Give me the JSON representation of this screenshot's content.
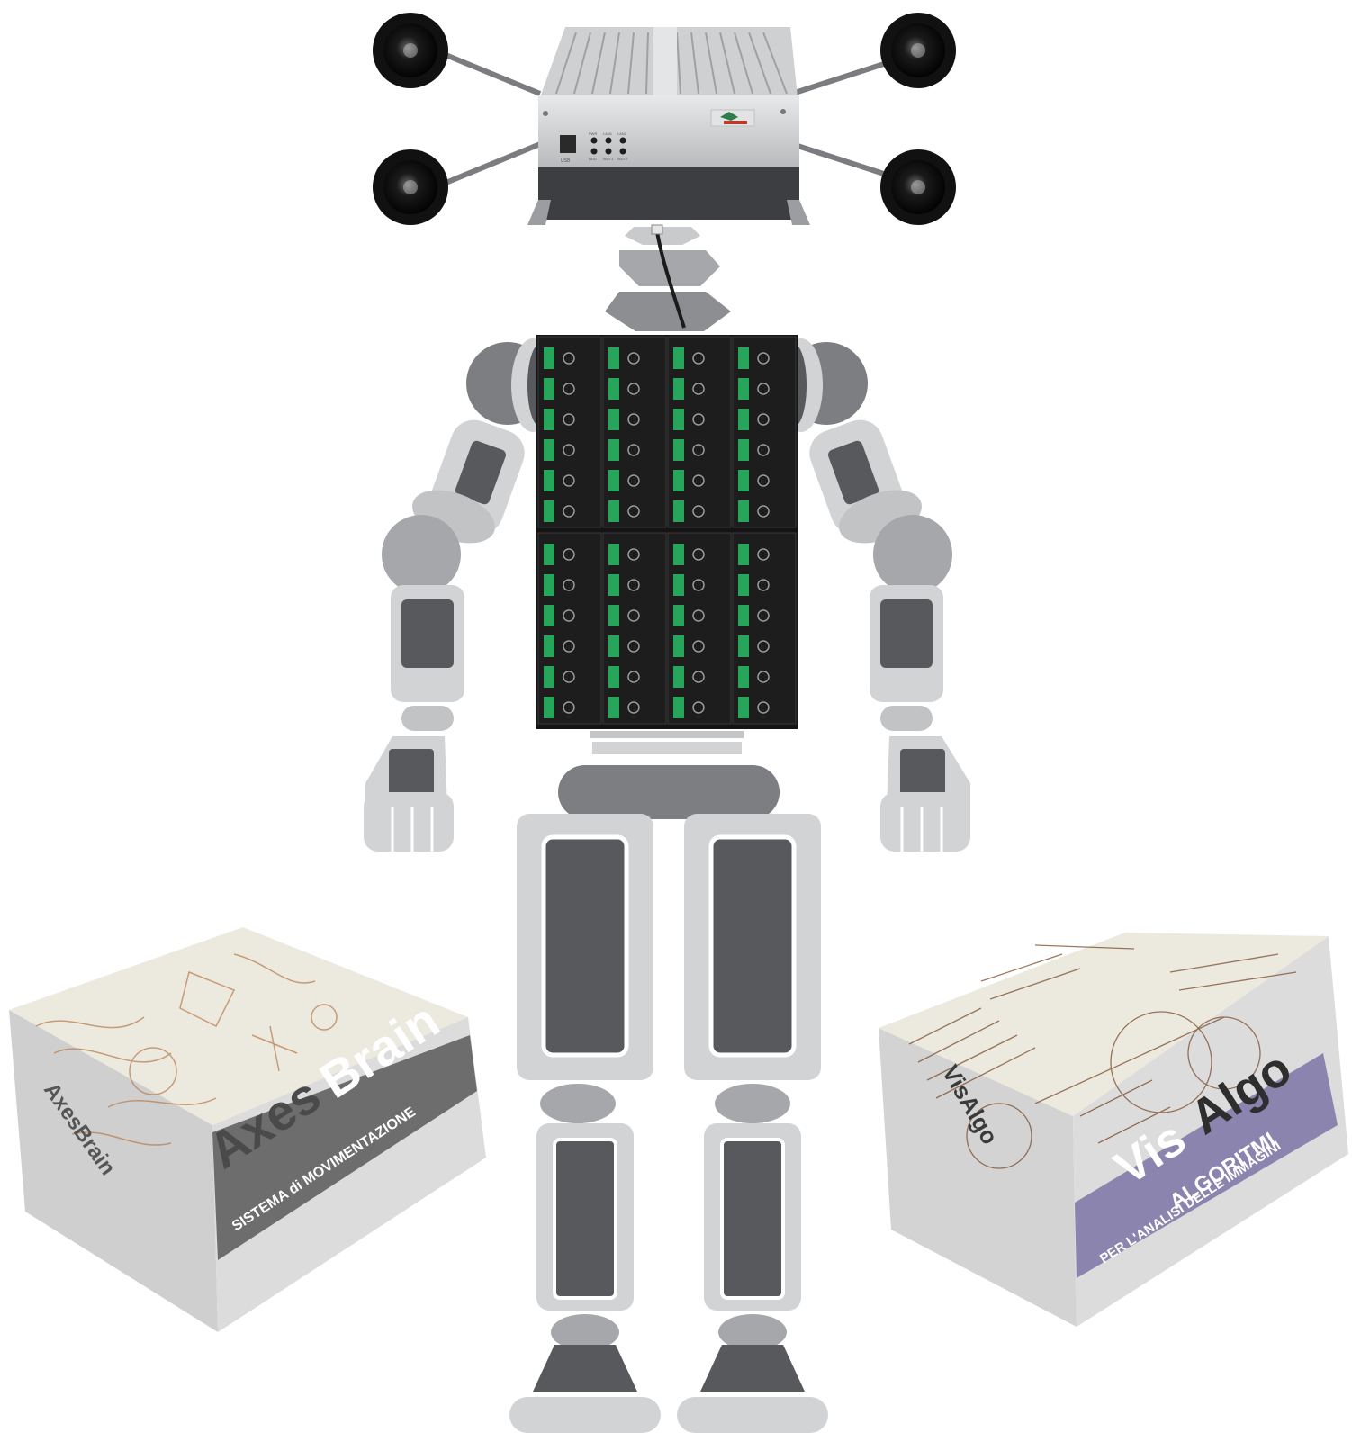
{
  "colors": {
    "light_gray": "#d2d3d5",
    "mid_gray": "#a6a7aa",
    "dark_gray": "#58595d",
    "board_black": "#141414",
    "connector_green": "#27a55a",
    "computer_silver": "#c9cacb",
    "box_beige": "#ece9df",
    "axesbrain_band": "#6d6d6d",
    "visalgo_band": "#8a84ae"
  },
  "computer": {
    "port_label": "USB",
    "led_labels_top": [
      "PWR",
      "LAN1",
      "LAN2"
    ],
    "led_labels_bottom": [
      "HDD",
      "WDT1",
      "WDT2"
    ]
  },
  "axesbrain_box": {
    "title_first": "Axes",
    "title_second": "Brain",
    "subtitle": "SISTEMA di MOVIMENTAZIONE",
    "spine": "AxesBrain"
  },
  "visalgo_box": {
    "title_first": "Vis",
    "title_second": "Algo",
    "subtitle_line1": "ALGORITMI",
    "subtitle_line2": "PER L'ANALISI DELLE IMMAGINI",
    "spine": "VisAlgo"
  }
}
